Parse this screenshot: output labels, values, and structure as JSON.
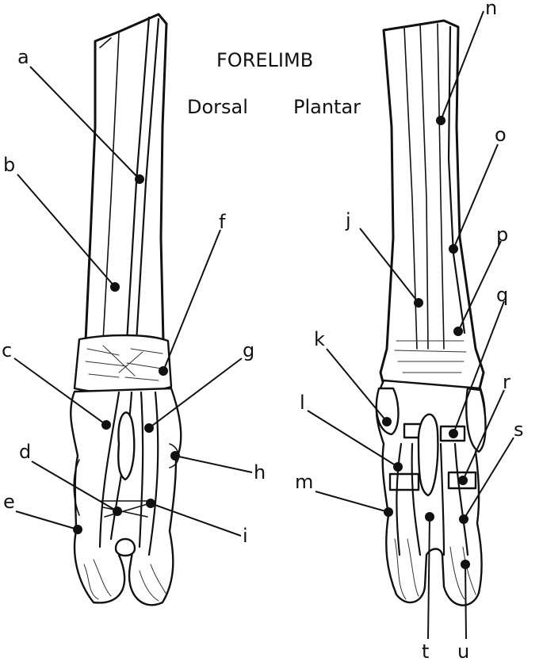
{
  "title": "FORELIMB",
  "views": {
    "dorsal": "Dorsal",
    "plantar": "Plantar"
  },
  "labels": [
    {
      "id": "a",
      "text": "a"
    },
    {
      "id": "b",
      "text": "b"
    },
    {
      "id": "c",
      "text": "c"
    },
    {
      "id": "d",
      "text": "d"
    },
    {
      "id": "e",
      "text": "e"
    },
    {
      "id": "f",
      "text": "f"
    },
    {
      "id": "g",
      "text": "g"
    },
    {
      "id": "h",
      "text": "h"
    },
    {
      "id": "i",
      "text": "i"
    },
    {
      "id": "j",
      "text": "j"
    },
    {
      "id": "k",
      "text": "k"
    },
    {
      "id": "l",
      "text": "l"
    },
    {
      "id": "m",
      "text": "m"
    },
    {
      "id": "n",
      "text": "n"
    },
    {
      "id": "o",
      "text": "o"
    },
    {
      "id": "p",
      "text": "p"
    },
    {
      "id": "q",
      "text": "q"
    },
    {
      "id": "r",
      "text": "r"
    },
    {
      "id": "s",
      "text": "s"
    },
    {
      "id": "t",
      "text": "t"
    },
    {
      "id": "u",
      "text": "u"
    }
  ]
}
